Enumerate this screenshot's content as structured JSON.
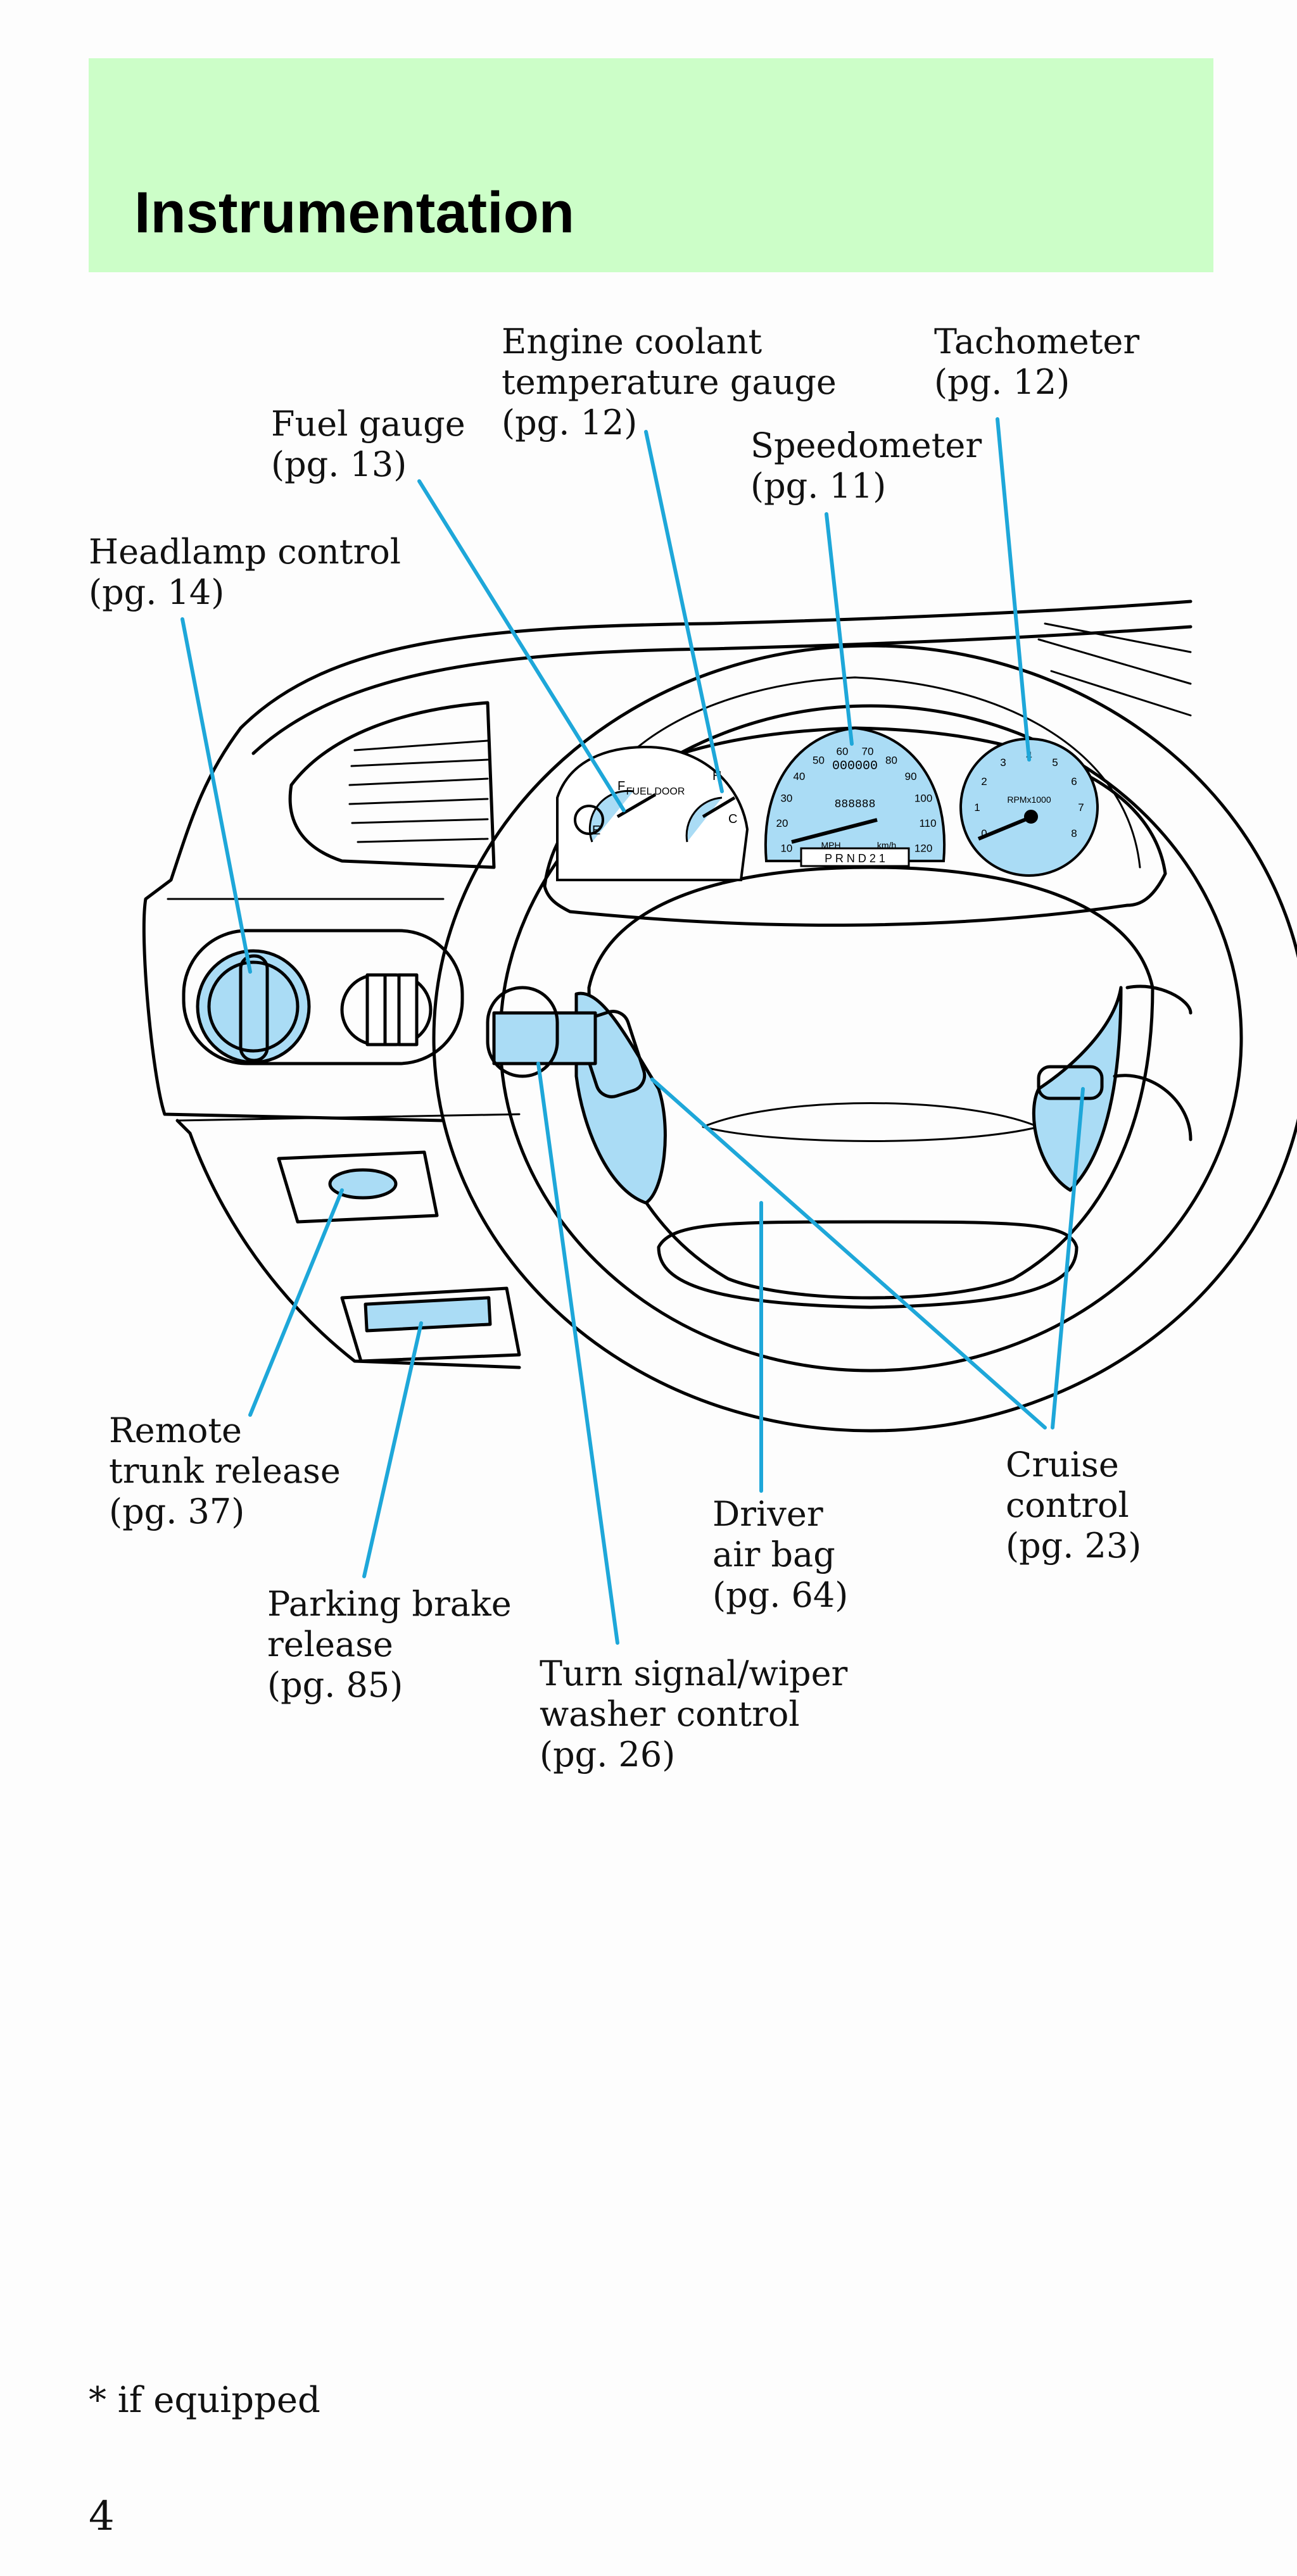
{
  "header": {
    "title": "Instrumentation",
    "band_color": "#ccfec8"
  },
  "colors": {
    "callout_line": "#1ea7d9",
    "highlight_fill": "#aadcf5",
    "outline": "#000000"
  },
  "callouts": {
    "engine_coolant": {
      "line1": "Engine coolant",
      "line2": "temperature gauge",
      "page": "(pg. 12)"
    },
    "tachometer": {
      "line1": "Tachometer",
      "page": "(pg. 12)"
    },
    "fuel_gauge": {
      "line1": "Fuel gauge",
      "page": "(pg. 13)"
    },
    "speedometer": {
      "line1": "Speedometer",
      "page": "(pg. 11)"
    },
    "headlamp": {
      "line1": "Headlamp control",
      "page": "(pg. 14)"
    },
    "remote_trunk": {
      "line1": "Remote",
      "line2": "trunk release",
      "page": "(pg. 37)"
    },
    "parking_brake": {
      "line1": "Parking brake",
      "line2": "release",
      "page": "(pg. 85)"
    },
    "driver_airbag": {
      "line1": "Driver",
      "line2": "air bag",
      "page": "(pg. 64)"
    },
    "cruise_control": {
      "line1": "Cruise",
      "line2": "control",
      "page": "(pg. 23)"
    },
    "turn_signal": {
      "line1": "Turn signal/wiper",
      "line2": "washer control",
      "page": "(pg. 26)"
    }
  },
  "gauges": {
    "fuel": {
      "label": "FUEL DOOR",
      "full": "F",
      "empty": "E"
    },
    "temp": {
      "hot": "H",
      "cold": "C"
    },
    "speedometer": {
      "ticks": [
        "10",
        "20",
        "30",
        "40",
        "50",
        "60",
        "70",
        "80",
        "90",
        "100",
        "110",
        "120"
      ],
      "odometer": "000000",
      "trip": "888888",
      "units_mph": "MPH",
      "units_kmh": "km/h",
      "gear_selector": "P R N D 2 1"
    },
    "tachometer": {
      "ticks": [
        "0",
        "1",
        "2",
        "3",
        "4",
        "5",
        "6",
        "7",
        "8"
      ],
      "label": "RPMx1000"
    }
  },
  "footnote": "* if equipped",
  "page_number": "4"
}
